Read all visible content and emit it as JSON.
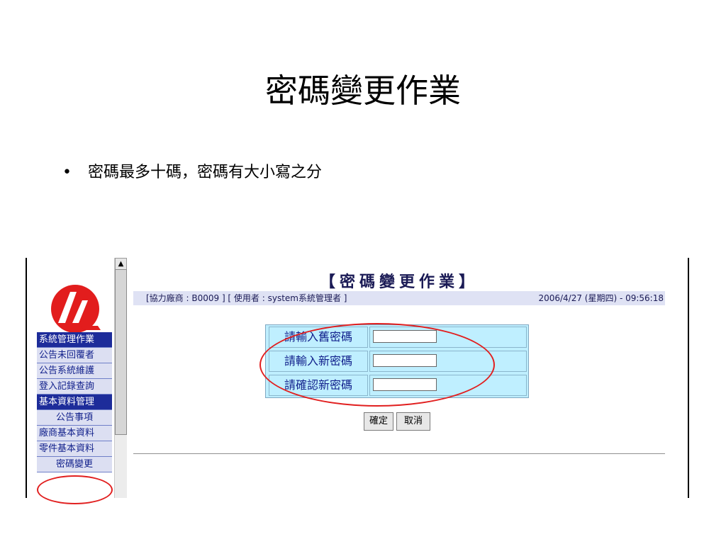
{
  "slide": {
    "title": "密碼變更作業",
    "bullet_symbol": "•",
    "bullet_text": "密碼最多十碼，密碼有大小寫之分"
  },
  "app": {
    "logo_icon": "company-logo",
    "menu": [
      {
        "label": "系統管理作業",
        "type": "header"
      },
      {
        "label": "公告未回覆者",
        "type": "item"
      },
      {
        "label": "公告系統維護",
        "type": "item"
      },
      {
        "label": "登入記錄查詢",
        "type": "item"
      },
      {
        "label": "基本資料管理",
        "type": "header"
      },
      {
        "label": "公告事項",
        "type": "item"
      },
      {
        "label": "廠商基本資料",
        "type": "item"
      },
      {
        "label": "零件基本資料",
        "type": "item"
      },
      {
        "label": "密碼變更",
        "type": "item"
      }
    ],
    "scroll_arrow": "▲",
    "form_title": "【密碼變更作業】",
    "info_left": "[協力廠商 : B0009 ] [ 使用者 : system系統管理者 ]",
    "info_right": "2006/4/27 (星期四) - 09:56:18",
    "fields": [
      {
        "label": "請輸入舊密碼",
        "value": "",
        "placeholder": ""
      },
      {
        "label": "請輸入新密碼",
        "value": "",
        "placeholder": ""
      },
      {
        "label": "請確認新密碼",
        "value": "",
        "placeholder": ""
      }
    ],
    "buttons": {
      "confirm": "確定",
      "cancel": "取消"
    }
  },
  "colors": {
    "form_bg": "#bfefff",
    "menu_header": "#1d2c9a",
    "menu_item": "#dcdff2",
    "highlight": "#e11f1f"
  }
}
